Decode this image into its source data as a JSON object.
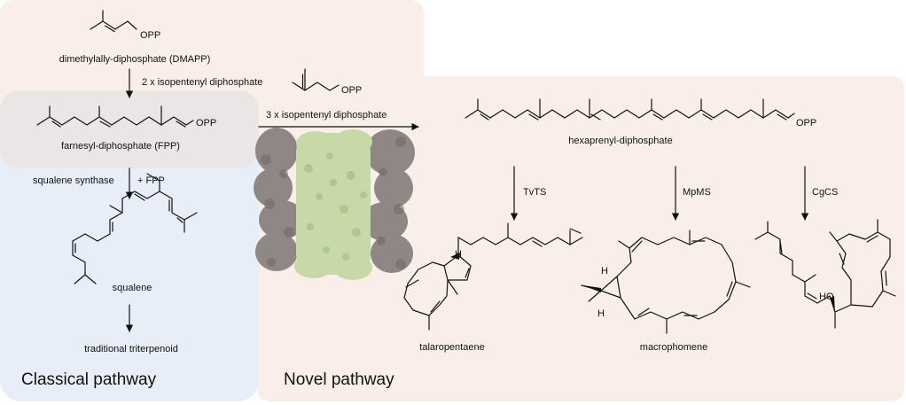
{
  "panels": {
    "classical_title": "Classical pathway",
    "novel_title": "Novel pathway"
  },
  "molecules": {
    "dmapp": "dimethylally-diphosphate (DMAPP)",
    "fpp": "farnesyl-diphosphate (FPP)",
    "squalene": "squalene",
    "triterpenoid": "traditional triterpenoid",
    "hexaprenyl": "hexaprenyl-diphosphate",
    "talaropentaene": "talaropentaene",
    "macrophomene": "macrophomene",
    "opp": "OPP",
    "ho": "HO",
    "h": "H"
  },
  "steps": {
    "ipp2": "2 x isopentenyl diphosphate",
    "ipp3": "3 x isopentenyl diphosphate",
    "sqs": "squalene synthase",
    "plus_fpp": "+ FPP",
    "tvts": "TvTS",
    "mpms": "MpMS",
    "cgcs": "CgCS"
  },
  "colors": {
    "novel_bg": "#f9efe8",
    "classical_bg": "#e8eef8",
    "fpp_band": "#e9e6e5",
    "protein_grey": "#8f8785",
    "protein_green": "#c6d9a6"
  }
}
